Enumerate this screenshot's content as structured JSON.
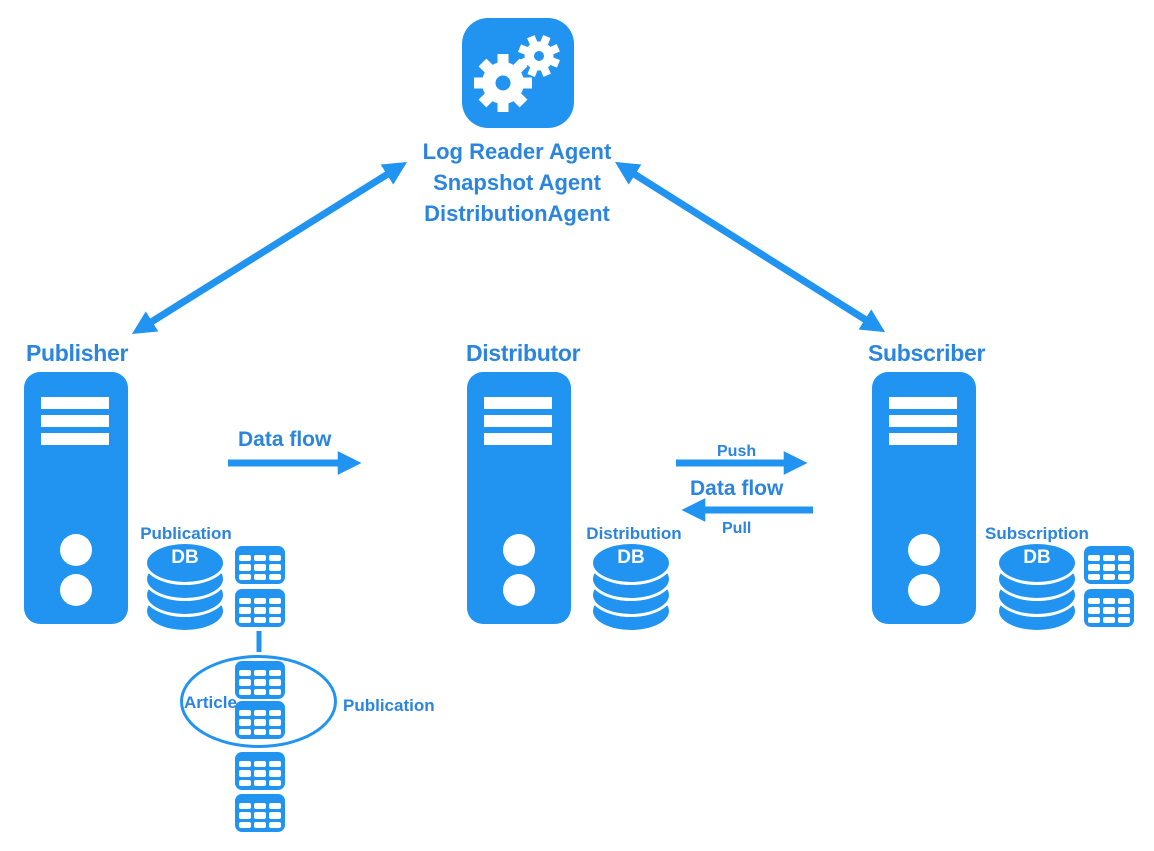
{
  "colors": {
    "accent": "#2094F0",
    "text_blue": "#2B85DE",
    "background": "#FFFFFF"
  },
  "agent": {
    "icon": "gears-icon",
    "labels": [
      "Log Reader Agent",
      "Snapshot Agent",
      "DistributionAgent"
    ]
  },
  "publisher": {
    "title": "Publisher",
    "db_label": "Publication",
    "db_text": "DB",
    "table_count": 2
  },
  "distributor": {
    "title": "Distributor",
    "db_label": "Distribution",
    "db_text": "DB"
  },
  "subscriber": {
    "title": "Subscriber",
    "db_label": "Subscription",
    "db_text": "DB",
    "table_count": 2
  },
  "flows": {
    "publisher_to_distributor": "Data flow",
    "push": "Push",
    "distributor_subscriber": "Data flow",
    "pull": "Pull"
  },
  "publication_group": {
    "article": "Article",
    "publication": "Publication",
    "tables_in_ellipse": 2,
    "tables_below_ellipse": 2
  }
}
